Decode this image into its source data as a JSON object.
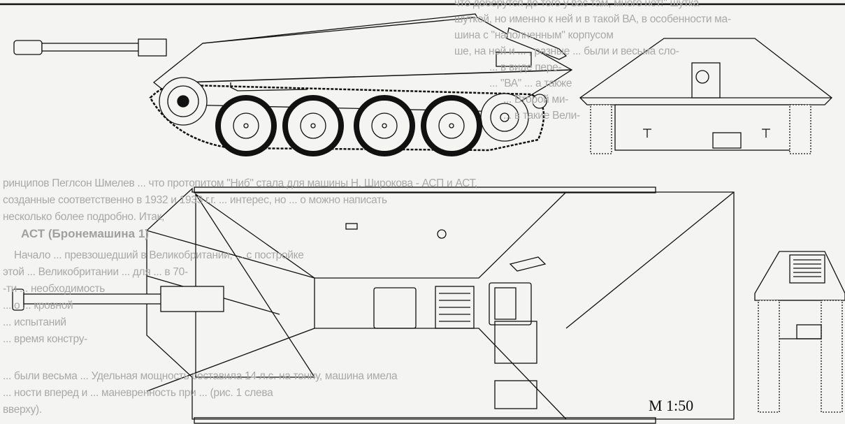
{
  "background_text": {
    "lines": [
      "чтo доберутся до того у вас там, много нет!\" шутка",
      "шуткой, но именно к ней и в такой ВА, в особенности ма-",
      "шина с \"наполненным\" корпусом",
      "ше, на ней и ... , разные ... были и весьма сло-",
      "... в виде пере-",
      "... \"ВА\" ... а также",
      "... Второй ми-",
      "... в такие Вели-",
      "ринципов Пеглсон Шмелев ... что протопитом \"Ниб\" стала для машины Н. Широкова - АСП и АСТ,",
      "созданные соответственно в 1932 и 1933 г.г. ... интерес, но ... о можно написать",
      "несколько более подробно. Итак,",
      "Начало ... превзошедший в Великобритании, ... с постройке",
      "этой ... Великобритании ... для ... в 70-",
      "-ти ... необходимость",
      "... о ... кровной",
      "... испытаний",
      "... время констру-",
      "... были весьма ... Удельная мощность составила 14 л.с. на тонну, машина имела",
      "... ности вперед и ... маневренность при ... (рис. 1 слева",
      "вверху)."
    ],
    "heading": "АСТ (Бронемашина 1)"
  },
  "drawing": {
    "scale_label": "M 1:50",
    "views": [
      "side-view",
      "front-view",
      "top-view",
      "rear-view"
    ],
    "line_color": "#111111",
    "paper_color": "#f4f4f2"
  }
}
